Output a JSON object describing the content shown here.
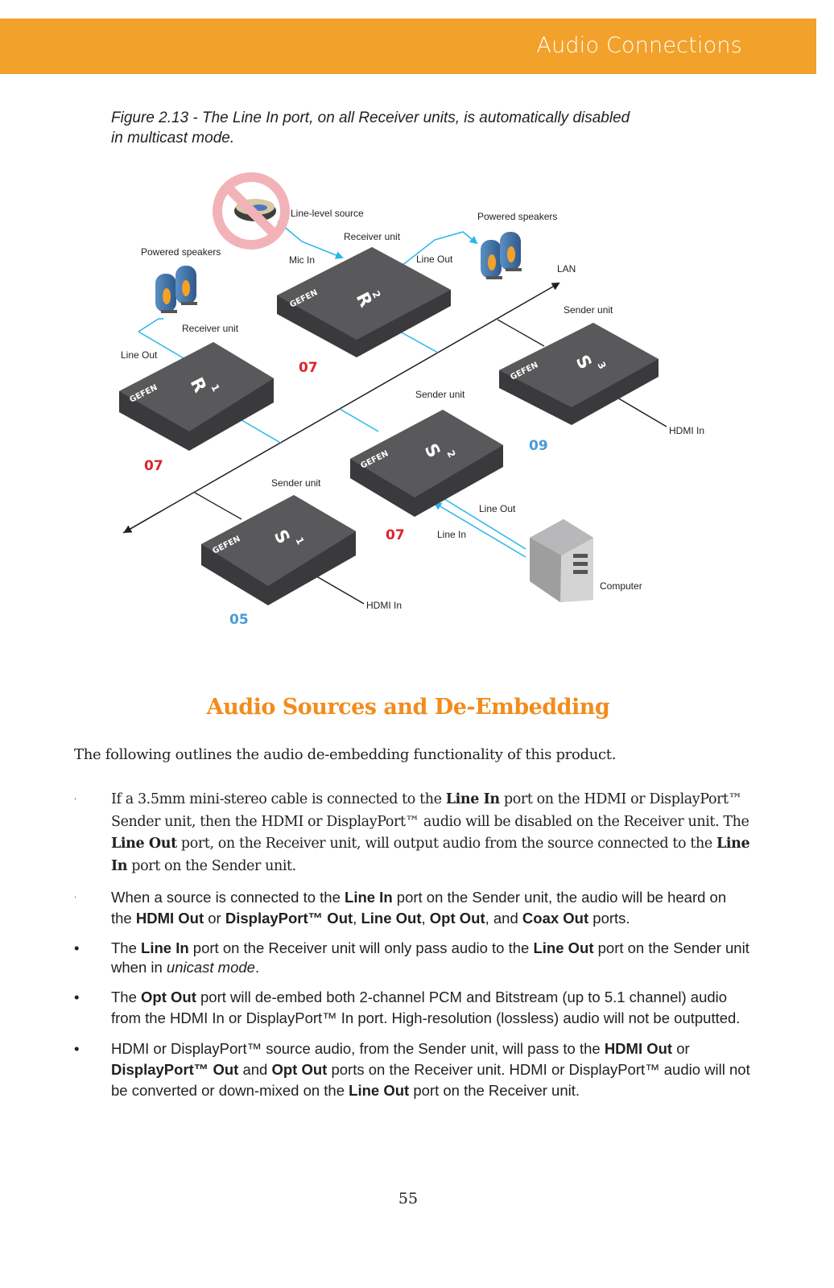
{
  "header": {
    "title": "Audio Connections",
    "color": "#f2a12a"
  },
  "figure": {
    "caption_line1": "Figure 2.13 - The Line In port, on all Receiver units, is automatically disabled",
    "caption_line2": "in multicast mode.",
    "labels": {
      "line_level_source": "Line-level source",
      "receiver_unit_top": "Receiver unit",
      "powered_speakers_right": "Powered speakers",
      "powered_speakers_left": "Powered speakers",
      "mic_in": "Mic In",
      "line_out_top": "Line Out",
      "lan": "LAN",
      "sender_unit_s3": "Sender unit",
      "receiver_unit_left": "Receiver unit",
      "line_out_left": "Line Out",
      "sender_unit_s2": "Sender unit",
      "hdmi_in_s3": "HDMI In",
      "sender_unit_s1": "Sender unit",
      "line_out_s2": "Line Out",
      "line_in_s2": "Line In",
      "computer": "Computer",
      "hdmi_in_s1": "HDMI In"
    },
    "units": {
      "r2": {
        "letter": "R",
        "sub": "2",
        "brand": "GEFEN"
      },
      "r1": {
        "letter": "R",
        "sub": "1",
        "brand": "GEFEN"
      },
      "s3": {
        "letter": "S",
        "sub": "3",
        "brand": "GEFEN"
      },
      "s2": {
        "letter": "S",
        "sub": "2",
        "brand": "GEFEN"
      },
      "s1": {
        "letter": "S",
        "sub": "1",
        "brand": "GEFEN"
      }
    },
    "numbers": {
      "r2": "07",
      "r1": "07",
      "s3": "09",
      "s2": "07",
      "s1": "05"
    },
    "colors": {
      "red_num": "#e0232d",
      "blue_num": "#4a9bd6",
      "cable": "#29b6e8",
      "unit": "#4a4a4c"
    }
  },
  "section": {
    "title": "Audio Sources and De-Embedding"
  },
  "intro": "The following outlines the audio de-embedding functionality of this product.",
  "bullets": [
    {
      "mark": "·",
      "parts": [
        "If a 3.5mm mini-stereo cable is connected to the ",
        "Line In",
        " port on the HDMI or DisplayPort™ Sender unit, then the HDMI or DisplayPort™ audio will be disabled on the Receiver unit.  The ",
        "Line Out",
        " port, on the Receiver unit, will output audio from the source connected to the ",
        "Line In",
        " port on the Sender unit."
      ]
    },
    {
      "mark": "·",
      "parts": [
        "When a source is connected to the ",
        "Line In",
        " port on the Sender unit, the audio will be heard on the ",
        "HDMI Out",
        " or ",
        "DisplayPort™ Out",
        ", ",
        "Line Out",
        ", ",
        "Opt Out",
        ", and ",
        "Coax Out",
        " ports."
      ]
    },
    {
      "mark": "•",
      "parts": [
        "The ",
        "Line In",
        " port on the Receiver unit will only pass audio to the ",
        "Line Out",
        " port on the Sender unit when in ",
        "unicast mode",
        "."
      ]
    },
    {
      "mark": "•",
      "parts": [
        "The ",
        "Opt Out",
        " port will de-embed both 2-channel PCM and Bitstream (up to 5.1 channel) audio from the HDMI In or DisplayPort™ In port. High-resolution (lossless) audio will not be outputted."
      ]
    },
    {
      "mark": "•",
      "parts": [
        "HDMI or DisplayPort™ source audio, from the Sender unit, will pass to the ",
        "HDMI Out",
        " or ",
        "DisplayPort™ Out",
        " and ",
        "Opt Out",
        " ports on the Receiver unit.  HDMI or DisplayPort™ audio will not be converted or down-mixed on the ",
        "Line Out",
        " port on the Receiver unit."
      ]
    }
  ],
  "page_number": "55"
}
